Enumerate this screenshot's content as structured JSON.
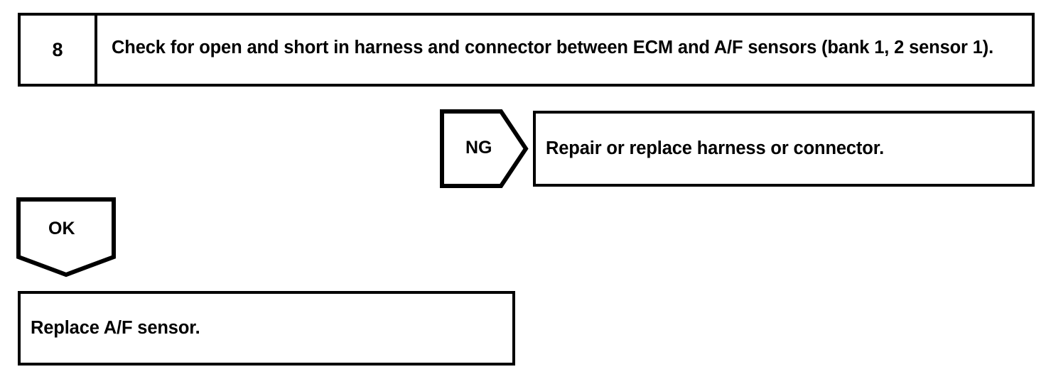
{
  "diagram": {
    "type": "troubleshooting-flowchart",
    "colors": {
      "stroke": "#000000",
      "background": "#ffffff",
      "text": "#000000"
    },
    "step": {
      "number": "8",
      "instruction": "Check for open and short in harness and connector between ECM and A/F sensors (bank 1, 2 sensor 1)."
    },
    "branches": [
      {
        "label": "NG",
        "direction": "right",
        "outcome": "Repair or replace harness or connector."
      },
      {
        "label": "OK",
        "direction": "down",
        "outcome": "Replace A/F sensor."
      }
    ],
    "ng_result": "Repair or replace harness or connector.",
    "ok_result": "Replace A/F sensor."
  }
}
